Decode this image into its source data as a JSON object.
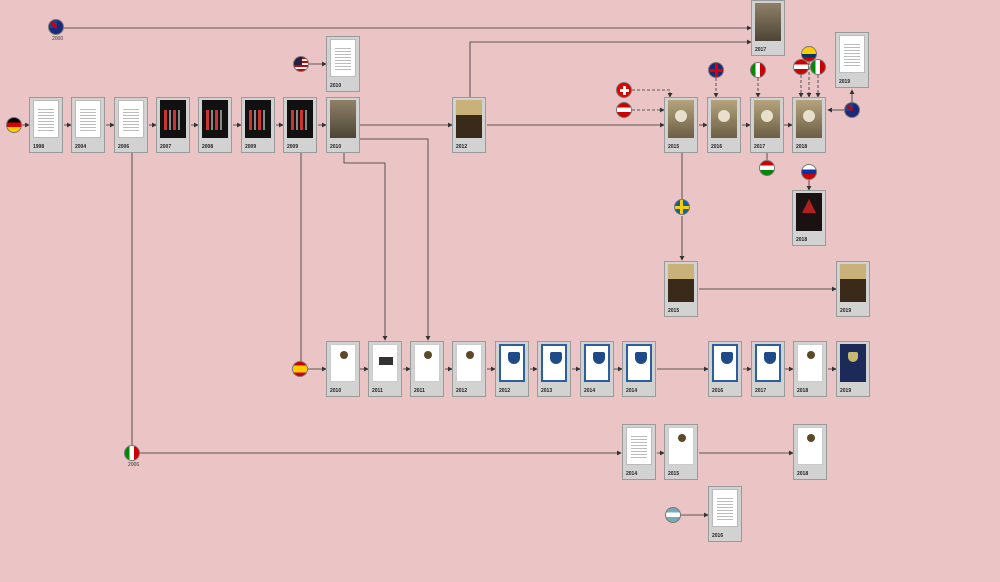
{
  "colors": {
    "background": "#ebc5c6",
    "edge": "#333333"
  },
  "flags": [
    {
      "id": "de",
      "name": "germany-flag",
      "label": ""
    },
    {
      "id": "au1",
      "name": "australia-flag",
      "label": "2000"
    },
    {
      "id": "us",
      "name": "usa-flag",
      "label": ""
    },
    {
      "id": "es",
      "name": "spain-flag",
      "label": ""
    },
    {
      "id": "it1",
      "name": "italy-flag",
      "label": "2006"
    },
    {
      "id": "ch",
      "name": "switzerland-flag",
      "label": ""
    },
    {
      "id": "at1",
      "name": "austria-flag",
      "label": ""
    },
    {
      "id": "gb",
      "name": "uk-flag",
      "label": ""
    },
    {
      "id": "it2",
      "name": "italy-flag",
      "label": ""
    },
    {
      "id": "hu",
      "name": "hungary-flag",
      "label": ""
    },
    {
      "id": "co",
      "name": "colombia-flag",
      "label": ""
    },
    {
      "id": "at2",
      "name": "austria-flag",
      "label": ""
    },
    {
      "id": "it3",
      "name": "italy-flag",
      "label": ""
    },
    {
      "id": "au2",
      "name": "australia-flag",
      "label": ""
    },
    {
      "id": "ru",
      "name": "russia-flag",
      "label": ""
    },
    {
      "id": "se",
      "name": "sweden-flag",
      "label": ""
    },
    {
      "id": "ar",
      "name": "argentina-flag",
      "label": ""
    }
  ],
  "cards": [
    {
      "id": "n1998",
      "year": "1998",
      "style": "doc"
    },
    {
      "id": "n2004",
      "year": "2004",
      "style": "doc"
    },
    {
      "id": "n2006",
      "year": "2006",
      "style": "doc"
    },
    {
      "id": "n2007",
      "year": "2007",
      "style": "black"
    },
    {
      "id": "n2008",
      "year": "2008",
      "style": "black"
    },
    {
      "id": "n2009a",
      "year": "2009",
      "style": "black"
    },
    {
      "id": "n2009b",
      "year": "2009",
      "style": "black"
    },
    {
      "id": "n2010main",
      "year": "2010",
      "style": "photo"
    },
    {
      "id": "n2010us",
      "year": "2010",
      "style": "doc"
    },
    {
      "id": "n2012",
      "year": "2012",
      "style": "war"
    },
    {
      "id": "n2017top",
      "year": "2017",
      "style": "photo"
    },
    {
      "id": "n2015",
      "year": "2015",
      "style": "gold"
    },
    {
      "id": "n2016",
      "year": "2016",
      "style": "gold"
    },
    {
      "id": "n2017",
      "year": "2017",
      "style": "gold"
    },
    {
      "id": "n2018",
      "year": "2018",
      "style": "gold"
    },
    {
      "id": "n2019au",
      "year": "2019",
      "style": "doc"
    },
    {
      "id": "n2018ru",
      "year": "2018",
      "style": "dkred"
    },
    {
      "id": "n2015se",
      "year": "2015",
      "style": "war"
    },
    {
      "id": "n2019se",
      "year": "2019",
      "style": "war"
    },
    {
      "id": "s2010",
      "year": "2010",
      "style": "white2"
    },
    {
      "id": "s2011a",
      "year": "2011",
      "style": "white"
    },
    {
      "id": "s2011b",
      "year": "2011",
      "style": "white2"
    },
    {
      "id": "s2012a",
      "year": "2012",
      "style": "white2"
    },
    {
      "id": "s2012b",
      "year": "2012",
      "style": "blue"
    },
    {
      "id": "s2013",
      "year": "2013",
      "style": "blue"
    },
    {
      "id": "s2014a",
      "year": "2014",
      "style": "blue"
    },
    {
      "id": "s2014b",
      "year": "2014",
      "style": "blue"
    },
    {
      "id": "s2016",
      "year": "2016",
      "style": "blue"
    },
    {
      "id": "s2017",
      "year": "2017",
      "style": "blue"
    },
    {
      "id": "s2018",
      "year": "2018",
      "style": "white2"
    },
    {
      "id": "s2019",
      "year": "2019",
      "style": "navy"
    },
    {
      "id": "i2014",
      "year": "2014",
      "style": "doc"
    },
    {
      "id": "i2015",
      "year": "2015",
      "style": "white2"
    },
    {
      "id": "i2018",
      "year": "2018",
      "style": "white2"
    },
    {
      "id": "a2016",
      "year": "2016",
      "style": "doc"
    }
  ]
}
